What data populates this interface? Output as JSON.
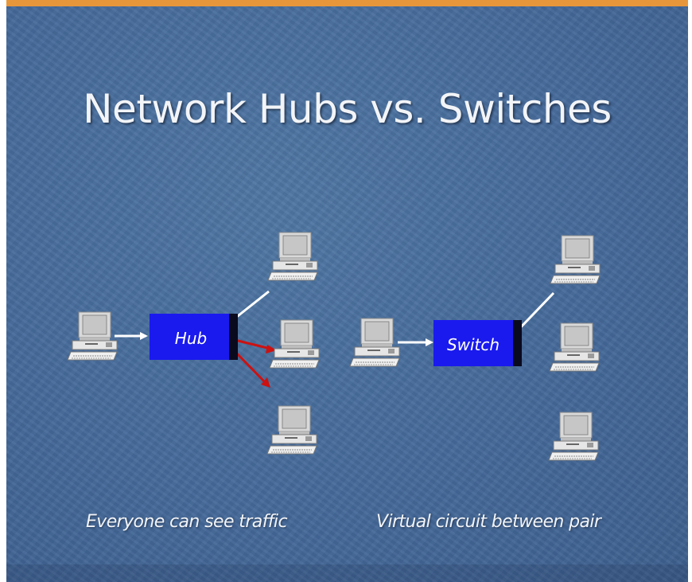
{
  "slide": {
    "title": "Network Hubs vs. Switches",
    "colors": {
      "background": "#45699a",
      "accent_bar": "#e8963a",
      "device_box": "#1a1aee",
      "hub_broadcast_arrow": "#cc1111",
      "link_line": "#ffffff"
    }
  },
  "hub_diagram": {
    "device_label": "Hub",
    "caption": "Everyone can see traffic",
    "computers": [
      "sender-computer",
      "receiver-computer-top",
      "receiver-computer-middle",
      "receiver-computer-bottom"
    ]
  },
  "switch_diagram": {
    "device_label": "Switch",
    "caption": "Virtual circuit between pair",
    "computers": [
      "sender-computer",
      "receiver-computer-top",
      "receiver-computer-middle",
      "receiver-computer-bottom"
    ]
  }
}
